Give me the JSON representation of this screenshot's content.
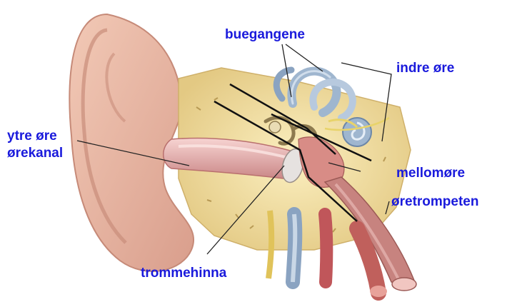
{
  "diagram": {
    "label_color": "#1a1adc",
    "labels": {
      "semicircular_canals": "buegangene",
      "inner_ear": "indre øre",
      "outer_ear": "ytre øre",
      "ear_canal": "ørekanal",
      "middle_ear": "mellomøre",
      "eustachian_tube": "øretrompeten",
      "eardrum": "trommehinna"
    }
  }
}
